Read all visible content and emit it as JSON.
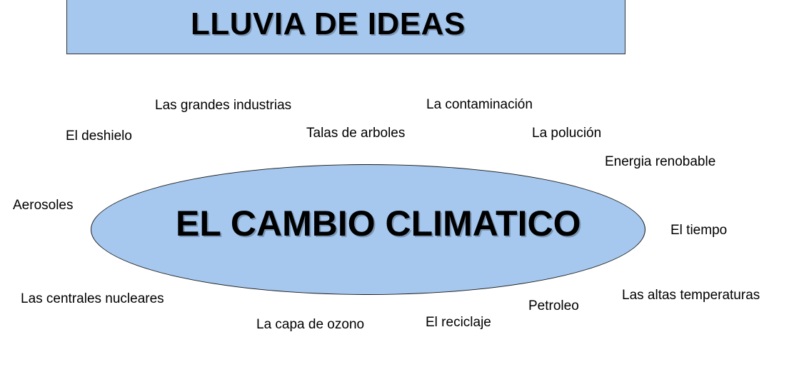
{
  "title": "LLUVIA DE IDEAS",
  "center": "EL CAMBIO CLIMATICO",
  "ideas": [
    "Las grandes industrias",
    "La contaminación",
    "El deshielo",
    "Talas de arboles",
    "La polución",
    "Energia renobable",
    "Aerosoles",
    "El tiempo",
    "Las centrales nucleares",
    "Las altas temperaturas",
    "Petroleo",
    "La capa de ozono",
    "El reciclaje"
  ],
  "colors": {
    "shape_fill": "#a6c8ef",
    "text": "#000000"
  }
}
